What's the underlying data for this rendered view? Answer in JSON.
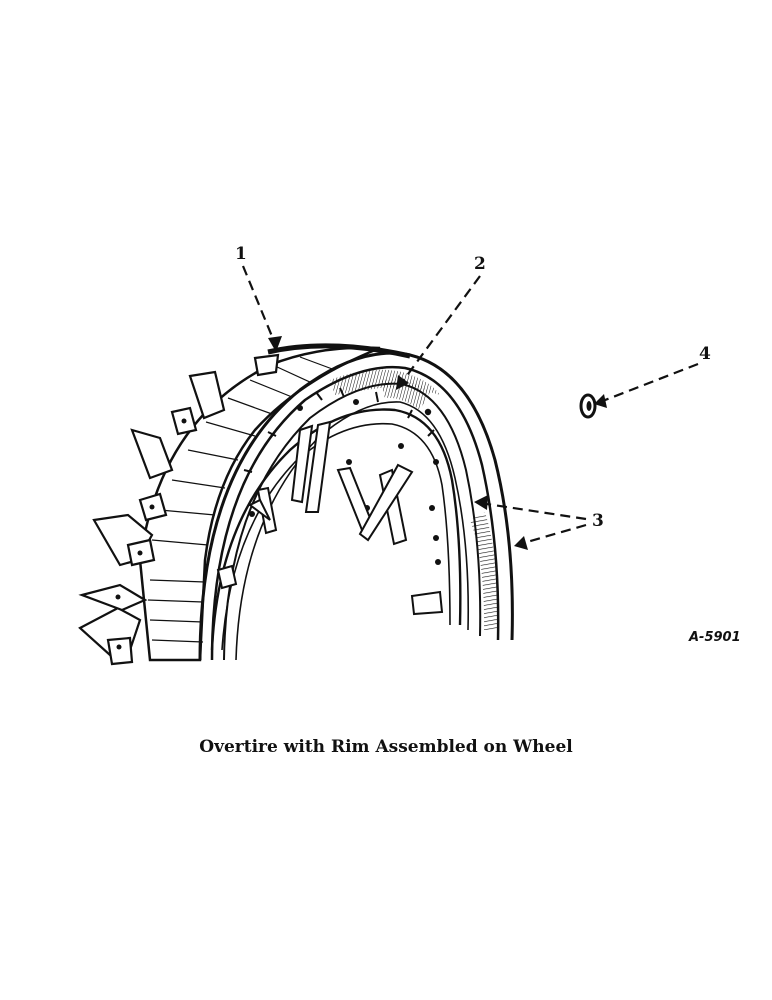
{
  "figure": {
    "callouts": {
      "one": "1",
      "two": "2",
      "three": "3",
      "four": "4"
    },
    "figure_code": "A-5901",
    "caption": "Overtire with Rim Assembled on Wheel"
  },
  "colors": {
    "ink": "#111111",
    "background": "#ffffff"
  }
}
